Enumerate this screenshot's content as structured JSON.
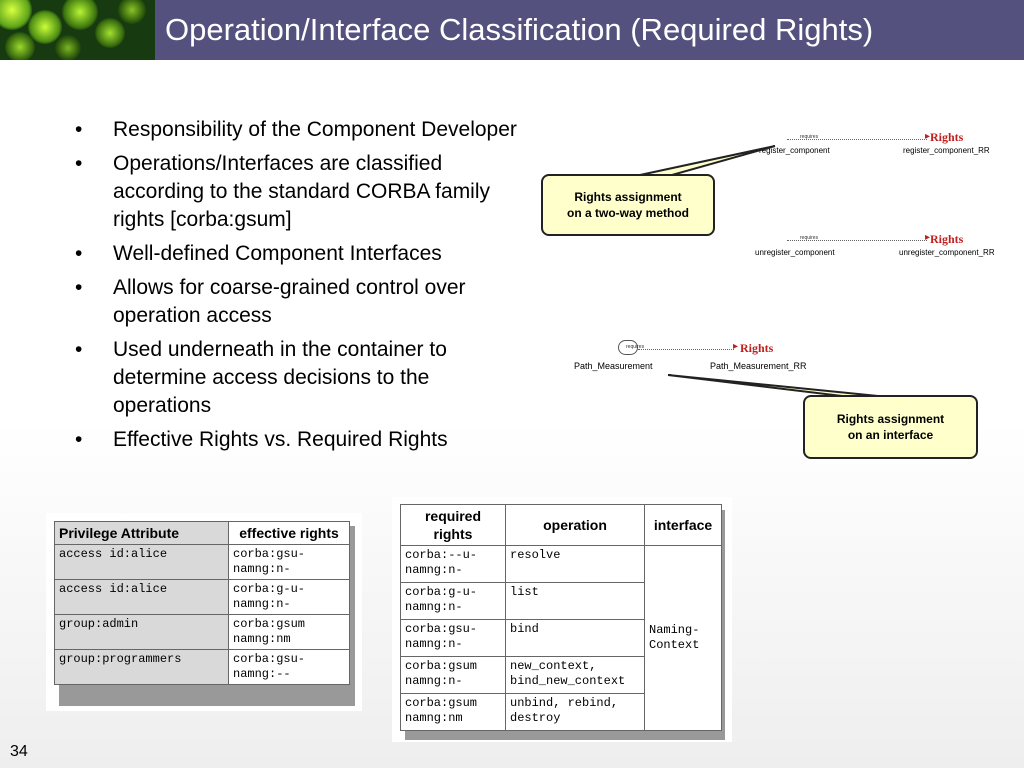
{
  "slide": {
    "title": "Operation/Interface Classification (Required Rights)",
    "page_number": "34"
  },
  "bullets": [
    "Responsibility of the Component Developer",
    "Operations/Interfaces are classified according to the standard CORBA family rights [corba:gsum]",
    "Well-defined Component Interfaces",
    "Allows for coarse-grained control over operation access",
    "Used underneath in the container to determine access decisions to the operations",
    "Effective Rights vs. Required Rights"
  ],
  "figure_top": {
    "req1": "requires",
    "req2": "requires",
    "op1": "register_component",
    "rr1": "register_component_RR",
    "op2": "unregister_component",
    "rr2": "unregister_component_RR",
    "rights1": "Rights",
    "rights2": "Rights"
  },
  "figure_mid": {
    "req": "requires",
    "op": "Path_Measurement",
    "rr": "Path_Measurement_RR",
    "rights": "Rights"
  },
  "callouts": {
    "method": [
      "Rights assignment",
      "on a two-way method"
    ],
    "interface": [
      "Rights assignment",
      "on an interface"
    ]
  },
  "privilege_table": {
    "headers": [
      "Privilege Attribute",
      "effective rights"
    ],
    "rows": [
      [
        "access id:alice",
        "corba:gsu-namng:n-"
      ],
      [
        "access id:alice",
        "corba:g-u-namng:n-"
      ],
      [
        "group:admin",
        "corba:gsum namng:nm"
      ],
      [
        "group:programmers",
        "corba:gsu-namng:--"
      ]
    ]
  },
  "required_table": {
    "headers": [
      "required rights",
      "operation",
      "interface"
    ],
    "rows": [
      [
        "corba:--u-namng:n-",
        "resolve"
      ],
      [
        "corba:g-u-namng:n-",
        "list"
      ],
      [
        "corba:gsu-namng:n-",
        "bind"
      ],
      [
        "corba:gsum namng:n-",
        "new_context, bind_new_context"
      ],
      [
        "corba:gsum namng:nm",
        "unbind, rebind, destroy"
      ]
    ],
    "interface": "Naming-Context"
  }
}
